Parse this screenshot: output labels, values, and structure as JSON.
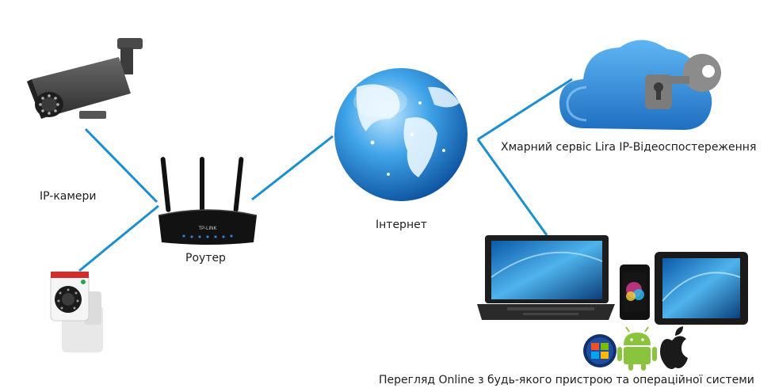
{
  "labels": {
    "ip_cameras": "IP-камери",
    "router": "Роутер",
    "internet": "Інтернет",
    "cloud_service": "Хмарний сервіс Lira IP-Відеоспостереження",
    "view_online": "Перегляд Online з будь-якого пристрою та операційної системи"
  },
  "router_brand": "TP-LINK",
  "colors": {
    "connector": "#1a8fd1",
    "cloud": "#2f8fd8",
    "globe": "#1f86d6",
    "router": "#111111"
  },
  "icons": {
    "bullet_camera": "bullet-camera-icon",
    "cube_camera": "cube-camera-icon",
    "router": "router-icon",
    "globe": "globe-icon",
    "cloud": "cloud-key-icon",
    "laptop": "laptop-icon",
    "phone": "smartphone-icon",
    "tablet": "tablet-icon",
    "windows": "windows-icon",
    "android": "android-icon",
    "apple": "apple-icon"
  }
}
